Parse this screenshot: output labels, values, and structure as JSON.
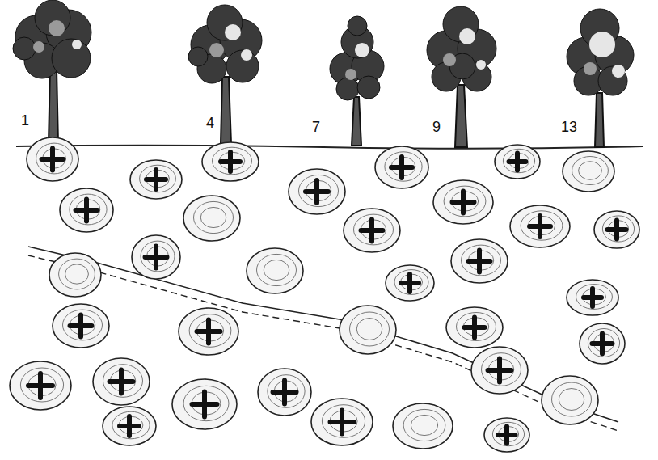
{
  "diagram": {
    "labels": [
      "1",
      "4",
      "7",
      "9",
      "13"
    ]
  }
}
